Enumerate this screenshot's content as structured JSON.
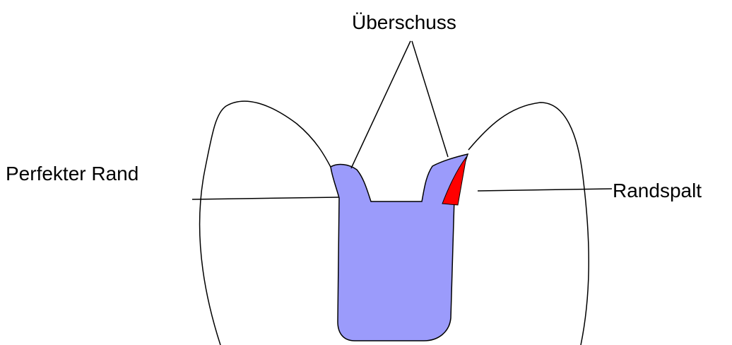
{
  "labels": {
    "excess": "Überschuss",
    "perfect_margin": "Perfekter Rand",
    "marginal_gap": "Randspalt"
  },
  "colors": {
    "filling": "#9b9bfb",
    "gap": "#ff0000",
    "outline": "#000000",
    "background": "#ffffff"
  }
}
